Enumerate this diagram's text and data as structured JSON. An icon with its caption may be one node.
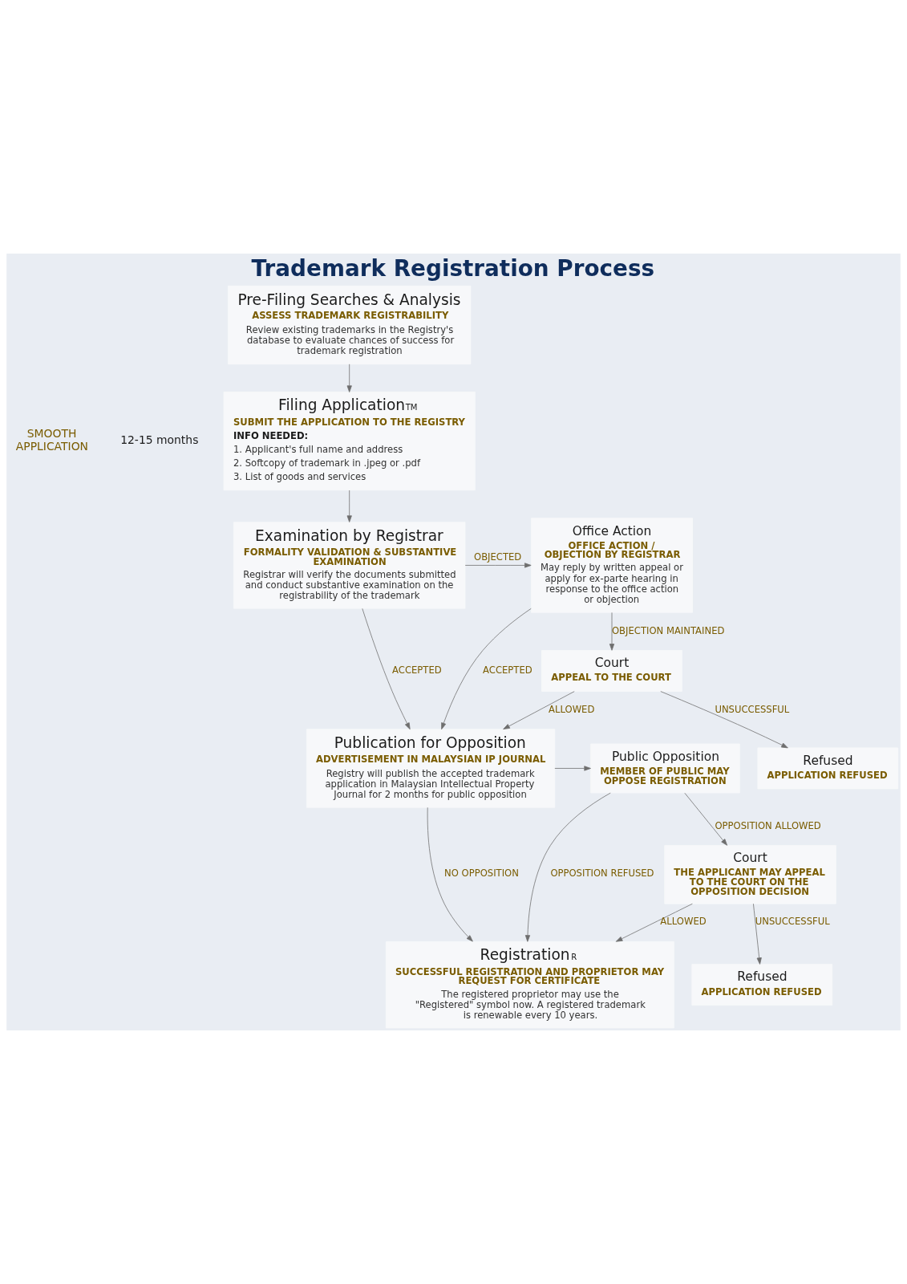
{
  "diagram": {
    "title": "Trademark Registration Process",
    "nodes": [
      {
        "text": [
          "Pre-Filing Searches & Analysis",
          "ASSESS TRADEMARK REGISTRABILITY",
          "Review existing trademarks in the Registry's database to evaluate chances of success for trademark registration"
        ]
      },
      {
        "text": [
          "Filing Application",
          "TM",
          "SUBMIT THE APPLICATION TO THE REGISTRY",
          "INFO NEEDED:",
          "1. Applicant's full name and address",
          "2. Softcopy of trademark in .jpeg or .pdf",
          "3. List of goods and services"
        ]
      },
      {
        "text": [
          "Examination by Registrar",
          "FORMALITY VALIDATION & SUBSTANTIVE EXAMINATION",
          "Registrar will verify the documents submitted and conduct substantive examination on the registrability of the trademark"
        ]
      },
      {
        "text": [
          "Office Action",
          "OFFICE ACTION / OBJECTION BY REGISTRAR",
          "May reply by written appeal or apply for ex-parte hearing in response to the office action or objection"
        ]
      },
      {
        "text": [
          "Publication for Opposition",
          "ADVERTISEMENT IN MALAYSIAN IP JOURNAL",
          "Registry will publish the accepted trademark application in Malaysian Intellectual Property Journal for 2 months for public opposition"
        ]
      },
      {
        "text": [
          "Court",
          "APPEAL TO THE COURT"
        ]
      },
      {
        "text": [
          "Refused",
          "APPLICATION REFUSED"
        ]
      },
      {
        "text": [
          "Public Opposition",
          "MEMBER OF PUBLIC MAY OPPOSE REGISTRATION"
        ]
      },
      {
        "text": [
          "Registration",
          "R",
          "SUCCESSFUL REGISTRATION AND PROPRIETOR MAY REQUEST FOR CERTIFICATE",
          "The registered proprietor may use the \"Registered\" symbol now. A registered trademark is renewable every 10 years."
        ]
      },
      {
        "text": [
          "Court",
          "THE APPLICANT MAY APPEAL TO THE COURT ON THE OPPOSITION DECISION"
        ]
      },
      {
        "text": [
          "Refused",
          "APPLICATION REFUSED"
        ]
      }
    ],
    "edges": [
      {
        "from": 0,
        "to": 1,
        "arrow": "to"
      },
      {
        "from": 1,
        "to": 2,
        "arrow": "to"
      },
      {
        "from": 2,
        "to": 3,
        "arrow": "to",
        "label": "OBJECTED"
      },
      {
        "from": 2,
        "to": 4,
        "arrow": "to",
        "label": "ACCEPTED"
      },
      {
        "from": 3,
        "to": 4,
        "arrow": "to",
        "label": "ACCEPTED"
      },
      {
        "from": 3,
        "to": 5,
        "arrow": "to",
        "label": "OBJECTION MAINTAINED"
      },
      {
        "from": 5,
        "to": 4,
        "arrow": "to",
        "label": "ALLOWED"
      },
      {
        "from": 5,
        "to": 6,
        "arrow": "to",
        "label": "UNSUCCESSFUL"
      },
      {
        "from": 4,
        "to": 7,
        "arrow": "to"
      },
      {
        "from": 4,
        "to": 8,
        "arrow": "to",
        "label": "NO OPPOSITION"
      },
      {
        "from": 7,
        "to": 8,
        "arrow": "to",
        "label": "OPPOSITION REFUSED"
      },
      {
        "from": 7,
        "to": 9,
        "arrow": "to",
        "label": "OPPOSITION ALLOWED"
      },
      {
        "from": 9,
        "to": 8,
        "arrow": "to",
        "label": "ALLOWED"
      },
      {
        "from": 9,
        "to": 10,
        "arrow": "to",
        "label": "UNSUCCESSFUL"
      }
    ],
    "labels": [
      "SMOOTH APPLICATION",
      "12-15 months"
    ]
  }
}
